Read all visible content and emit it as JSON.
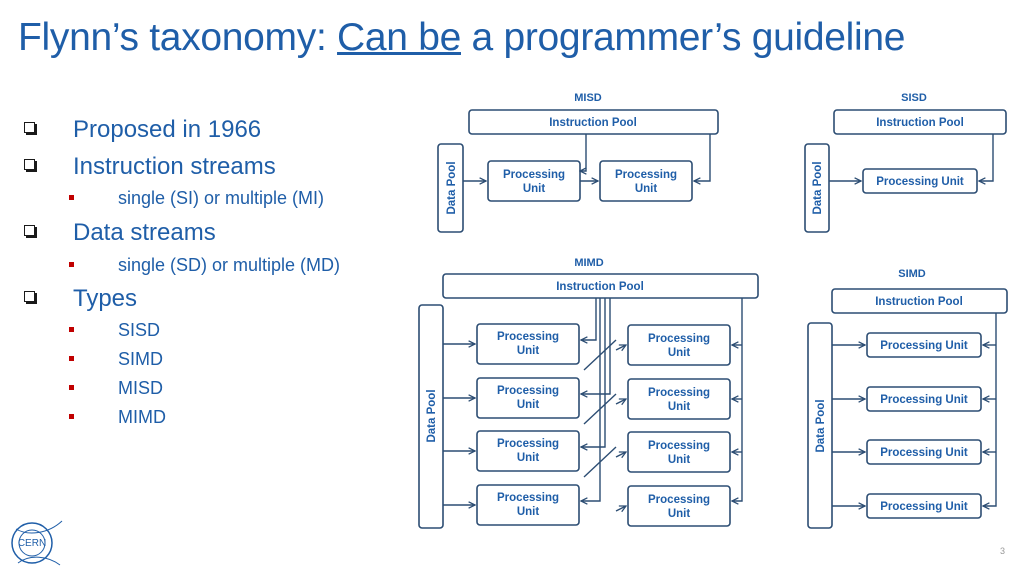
{
  "title": {
    "part1": "Flynn’s taxonomy: ",
    "part2": "Can be",
    "part3": " a programmer’s guideline"
  },
  "bullets": [
    {
      "level": 1,
      "text": "Proposed in 1966"
    },
    {
      "level": 1,
      "text": "Instruction streams"
    },
    {
      "level": 2,
      "text": "single (SI) or multiple (MI)"
    },
    {
      "level": 1,
      "text": "Data streams"
    },
    {
      "level": 2,
      "text": "single (SD) or multiple (MD)"
    },
    {
      "level": 1,
      "text": "Types"
    },
    {
      "level": 2,
      "text": "SISD"
    },
    {
      "level": 2,
      "text": "SIMD"
    },
    {
      "level": 2,
      "text": "MISD"
    },
    {
      "level": 2,
      "text": "MIMD"
    }
  ],
  "diagrams": {
    "misd": {
      "title": "MISD",
      "instruction_pool": "Instruction Pool",
      "data_pool": "Data Pool",
      "units": [
        "Processing\nUnit",
        "Processing\nUnit"
      ]
    },
    "sisd": {
      "title": "SISD",
      "instruction_pool": "Instruction Pool",
      "data_pool": "Data Pool",
      "units": [
        "Processing Unit"
      ]
    },
    "mimd": {
      "title": "MIMD",
      "instruction_pool": "Instruction Pool",
      "data_pool": "Data Pool",
      "units": [
        "Processing\nUnit",
        "Processing\nUnit",
        "Processing\nUnit",
        "Processing\nUnit",
        "Processing\nUnit",
        "Processing\nUnit",
        "Processing\nUnit",
        "Processing\nUnit"
      ]
    },
    "simd": {
      "title": "SIMD",
      "instruction_pool": "Instruction Pool",
      "data_pool": "Data Pool",
      "units": [
        "Processing Unit",
        "Processing Unit",
        "Processing Unit",
        "Processing Unit"
      ]
    }
  },
  "logo": {
    "text": "CERN"
  },
  "page_number": "3"
}
